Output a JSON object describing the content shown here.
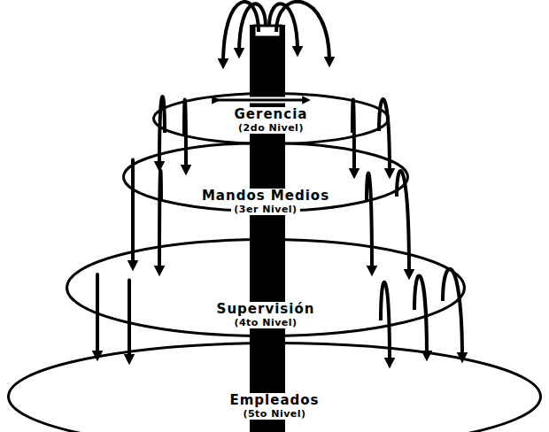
{
  "diagram": {
    "nodes": [
      {
        "text": [
          "Gerencia",
          "(2do Nivel)"
        ]
      },
      {
        "text": [
          "Mandos Medios",
          "(3er Nivel)"
        ]
      },
      {
        "text": [
          "Supervisión",
          "(4to Nivel)"
        ]
      },
      {
        "text": [
          "Empleados",
          "(5to Nivel)"
        ]
      }
    ]
  }
}
